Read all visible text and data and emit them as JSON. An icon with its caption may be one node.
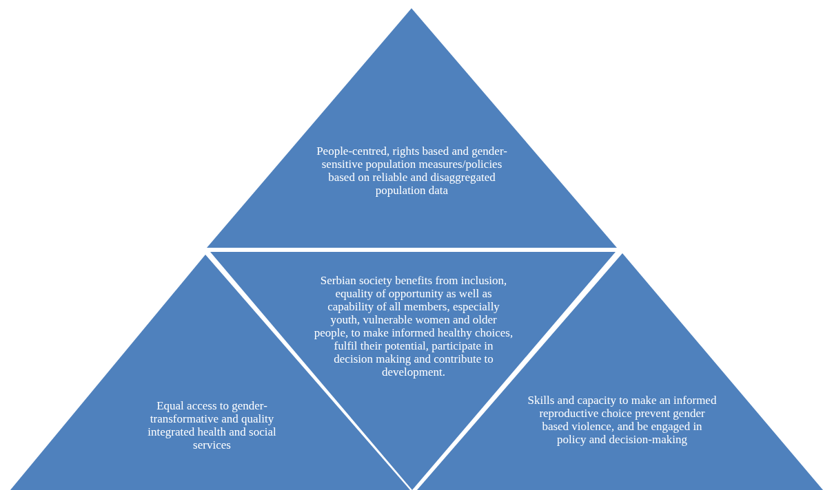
{
  "diagram": {
    "nodes": [
      {
        "text": [
          "People-centred, rights based and gender-sensitive population measures/policies based on reliable and disaggregated population data"
        ]
      },
      {
        "text": [
          "Serbian society benefits from inclusion, equality of opportunity as well as capability of all members, especially youth, vulnerable women and older people, to make informed healthy choices, fulfil their potential, participate in decision making and contribute to development."
        ]
      },
      {
        "text": [
          "Equal access to gender-transformative and quality integrated health and social services"
        ]
      },
      {
        "text": [
          "Skills and capacity to make an informed reproductive choice prevent gender based violence, and be engaged in policy and decision-making"
        ]
      }
    ]
  }
}
